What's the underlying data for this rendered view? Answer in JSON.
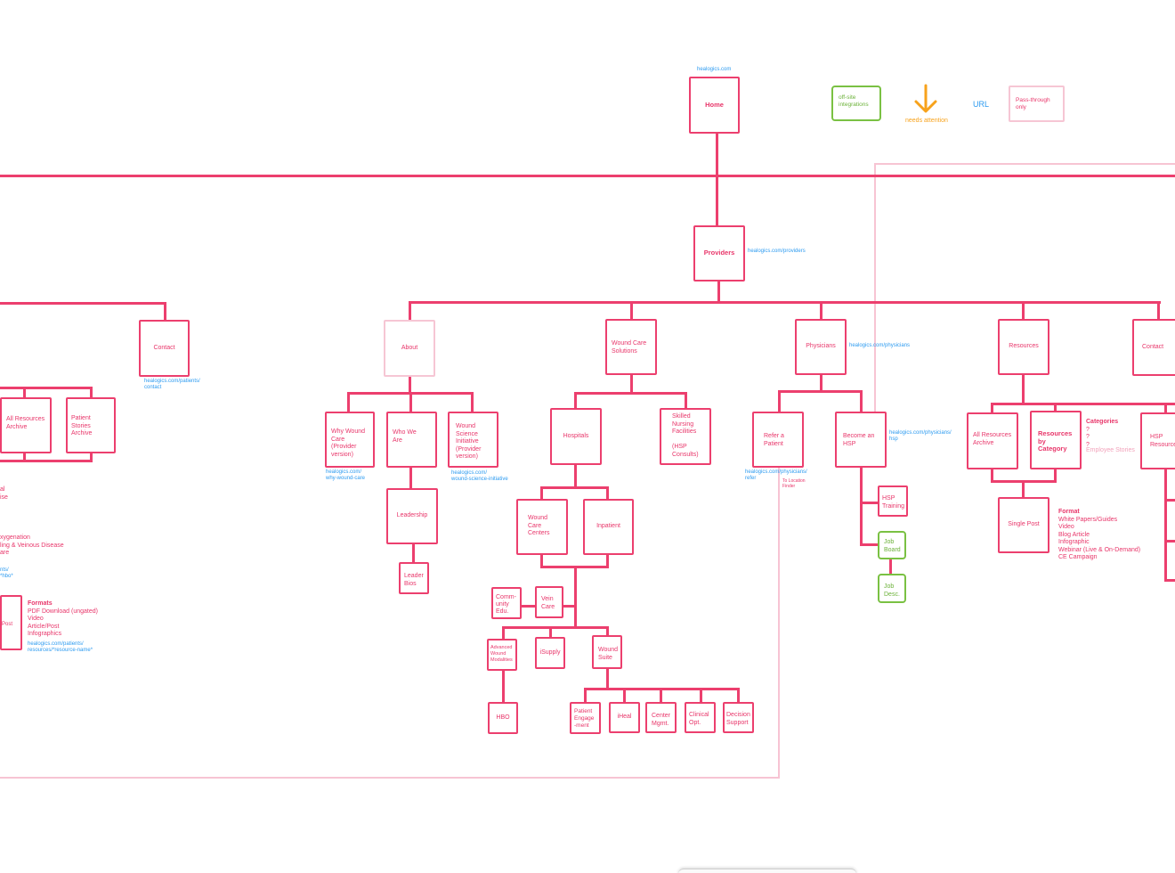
{
  "legend": {
    "offsite": "off-site\nintegrations",
    "attention": "needs attention",
    "url": "URL",
    "pass": "Pass-through\nonly",
    "arrow_color": "#f7a21b"
  },
  "colors": {
    "primary": "#ec3f6e",
    "pass": "#f6c6d4",
    "green": "#7ac143",
    "url": "#2d9bf0",
    "attention": "#f7a21b"
  },
  "boxes": {
    "home": "Home",
    "providers": "Providers",
    "contact_left": "Contact",
    "all_resources_left": "All Resources\nArchive",
    "patient_stories": "Patient\nStories\nArchive",
    "about": "About",
    "why_wound_care": "Why Wound\nCare\n(Provider\nversion)",
    "who_we_are": "Who We\nAre",
    "wound_science": "Wound\nScience\nInitiative\n(Provider\nversion)",
    "leadership": "Leadership",
    "leader_bios": "Leader\nBios",
    "wound_care_solutions": "Wound Care\nSolutions",
    "hospitals": "Hospitals",
    "skilled_nursing": "Skilled\nNursing\nFacilities\n\n(HSP\nConsults)",
    "wound_care_centers": "Wound\nCare\nCenters",
    "inpatient": "Inpatient",
    "community_edu": "Comm-\nunity\nEdu.",
    "vein_care": "Vein\nCare",
    "advanced_wound": "Advanced\nWound\nModalities",
    "isupply": "iSupply",
    "wound_suite": "Wound\nSuite",
    "hbo": "HBO",
    "patient_engagement": "Patient\nEngage\n-ment",
    "iheal": "iHeal",
    "center_mgmt": "Center\nMgmt.",
    "clinical_opt": "Clinical\nOpt.",
    "decision_support": "Decision\nSupport",
    "physicians": "Physicians",
    "refer_patient": "Refer a\nPatient",
    "become_hsp": "Become an\nHSP",
    "hsp_training": "HSP\nTraining",
    "job_board": "Job\nBoard",
    "job_desc": "Job\nDesc.",
    "resources": "Resources",
    "all_resources_right": "All Resources\nArchive",
    "resources_by_category": "Resources\nby\nCategory",
    "single_post": "Single Post",
    "contact_right": "Contact",
    "hsp_resources": "HSP\nResource",
    "post_left": "Post"
  },
  "urls": {
    "home": "healogics.com",
    "providers": "healogics.com/providers",
    "contact_left": "healogics.com/patients/\ncontact",
    "why_wound_care": "healogics.com/\nwhy-wound-care",
    "wound_science": "healogics.com/\nwound-science-initiative",
    "physicians": "healogics.com/physicians",
    "refer": "healogics.com/physicians/\nrefer",
    "become_hsp": "healogics.com/physicians/\nhsp",
    "resources_left": "healogics.com/patients/\nresources/*resource-name*",
    "hbo_left": "nts/\n*hbo*"
  },
  "notes": {
    "to_location_finder": "To Location\nFinder",
    "left_al": "al\nise",
    "left_oxygenation": "xygenation\nling & Veinous Disease\nare",
    "formats_left_title": "Formats",
    "formats_left_items": "PDF Download (ungated)\nVideo\nArticle/Post\nInfographics",
    "format_right_title": "Format",
    "format_right_items": "White Papers/Guides\nVideo\nBlog Article\nInfographic\nWebinar (Live & On-Demand)\nCE Campaign",
    "categories_title": "Categories",
    "categories_items": "?\n?\n?",
    "employee_stories": "Employee Stories"
  }
}
